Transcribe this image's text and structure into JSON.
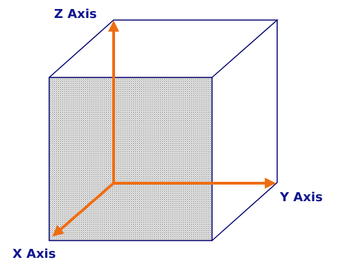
{
  "labels": {
    "z_axis": "Z Axis",
    "y_axis": "Y Axis",
    "x_axis": "X Axis"
  },
  "colors": {
    "edge": "#00006e",
    "arrow": "#ef6c11",
    "label": "#0f1590",
    "face_dots": "#6b6b6b",
    "face_background": "#e2e2e2"
  }
}
